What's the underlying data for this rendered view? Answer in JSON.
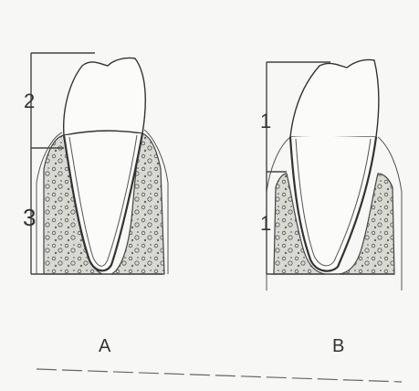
{
  "figure": {
    "panels": [
      {
        "id": "A",
        "caption": "A",
        "crown_bracket_label": "2",
        "root_bracket_label": "3"
      },
      {
        "id": "B",
        "caption": "B",
        "crown_bracket_label": "1",
        "root_bracket_label": "1"
      }
    ]
  },
  "colors": {
    "ink": "#333333",
    "bone_fill": "#d9d9d4",
    "paper": "#f7f7f5"
  }
}
